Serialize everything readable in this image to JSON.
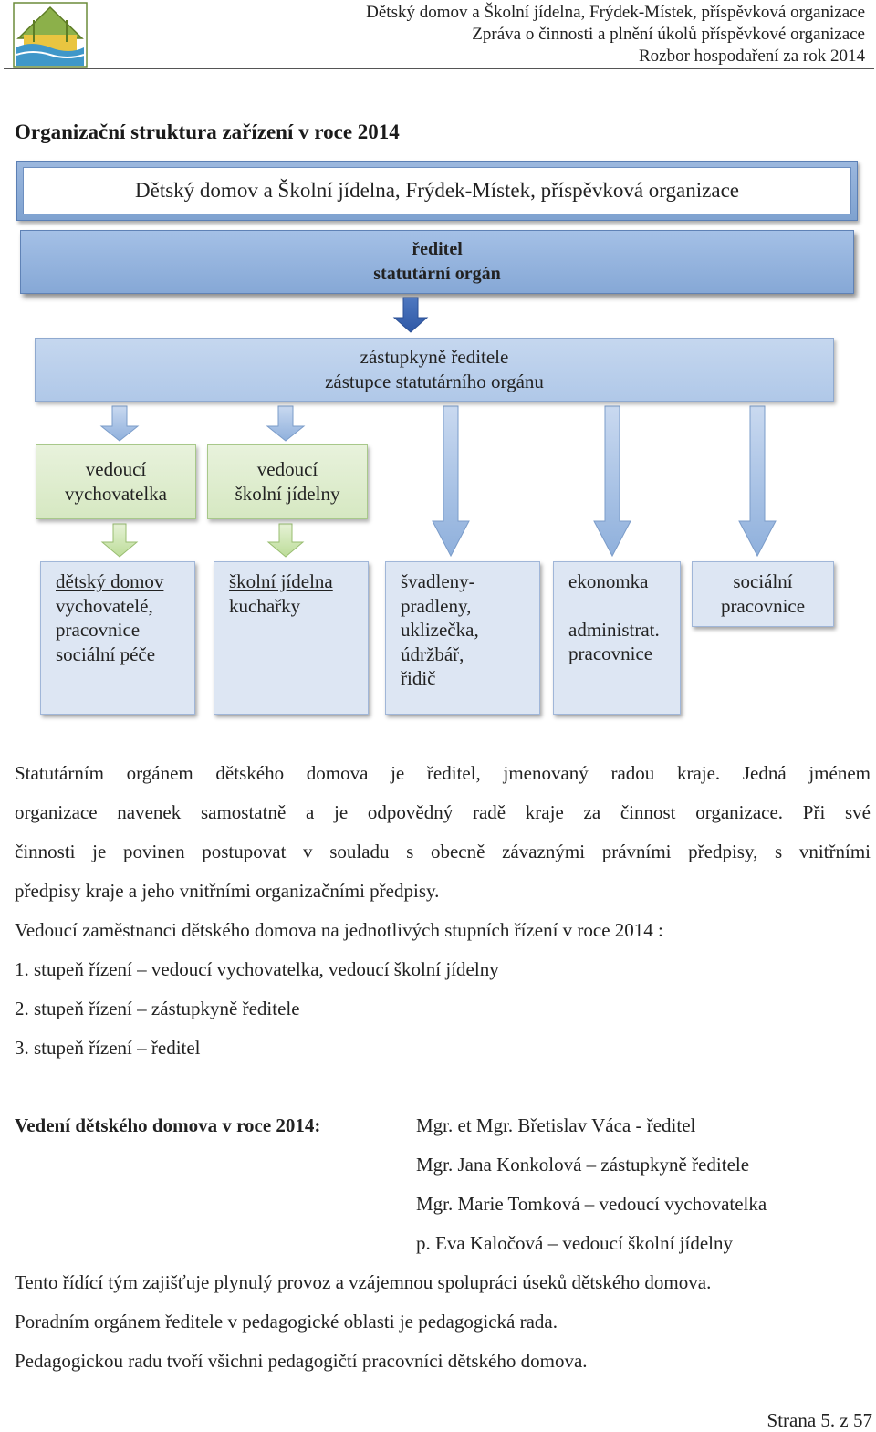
{
  "header": {
    "line1": "Dětský domov a Školní jídelna, Frýdek-Místek, příspěvková organizace",
    "line2": "Zpráva o činnosti a plnění úkolů příspěvkové organizace",
    "line3": "Rozbor hospodaření za rok 2014"
  },
  "title": "Organizační struktura zařízení v roce 2014",
  "org": {
    "top": "Dětský domov a Školní jídelna, Frýdek-Místek, příspěvková organizace",
    "director": [
      "ředitel",
      "statutární orgán"
    ],
    "deputy": [
      "zástupkyně ředitele",
      "zástupce statutárního orgánu"
    ],
    "mid_left": [
      "vedoucí",
      "vychovatelka"
    ],
    "mid_right": [
      "vedoucí",
      "školní jídelny"
    ],
    "low1": [
      "dětský domov",
      "vychovatelé,",
      "pracovnice",
      "sociální péče"
    ],
    "low2": [
      "školní jídelna",
      "kuchařky"
    ],
    "low3": [
      "švadleny-",
      "pradleny,",
      "uklizečka,",
      "údržbář,",
      "řidič"
    ],
    "low4": [
      "ekonomka",
      "administrat.",
      "pracovnice"
    ],
    "low5": [
      "sociální",
      "pracovnice"
    ]
  },
  "body": {
    "p1_lines": [
      "Statutárním orgánem dětského domova je ředitel, jmenovaný radou kraje. Jedná jménem",
      "organizace navenek samostatně a je odpovědný radě kraje za činnost organizace. Při své",
      "činnosti je povinen postupovat v souladu s obecně závaznými právními předpisy, s vnitřními",
      "předpisy kraje a jeho vnitřními organizačními předpisy."
    ],
    "levels_intro": "Vedoucí zaměstnanci dětského domova na jednotlivých stupních řízení v roce 2014 :",
    "levels": [
      "1. stupeň řízení – vedoucí vychovatelka, vedoucí školní jídelny",
      "2. stupeň řízení – zástupkyně ředitele",
      "3. stupeň řízení – ředitel"
    ],
    "management_label": "Vedení dětského domova v roce 2014:",
    "management": [
      "Mgr. et Mgr. Břetislav Váca - ředitel",
      "Mgr. Jana Konkolová – zástupkyně ředitele",
      "Mgr. Marie Tomková – vedoucí vychovatelka",
      "p. Eva Kaločová – vedoucí školní jídelny"
    ],
    "closing": [
      "Tento řídící tým zajišťuje plynulý provoz a vzájemnou spolupráci úseků dětského domova.",
      "Poradním orgánem ředitele v pedagogické oblasti je pedagogická rada.",
      "Pedagogickou radu tvoří všichni pedagogičtí pracovníci dětského domova."
    ]
  },
  "footer": "Strana 5. z 57"
}
